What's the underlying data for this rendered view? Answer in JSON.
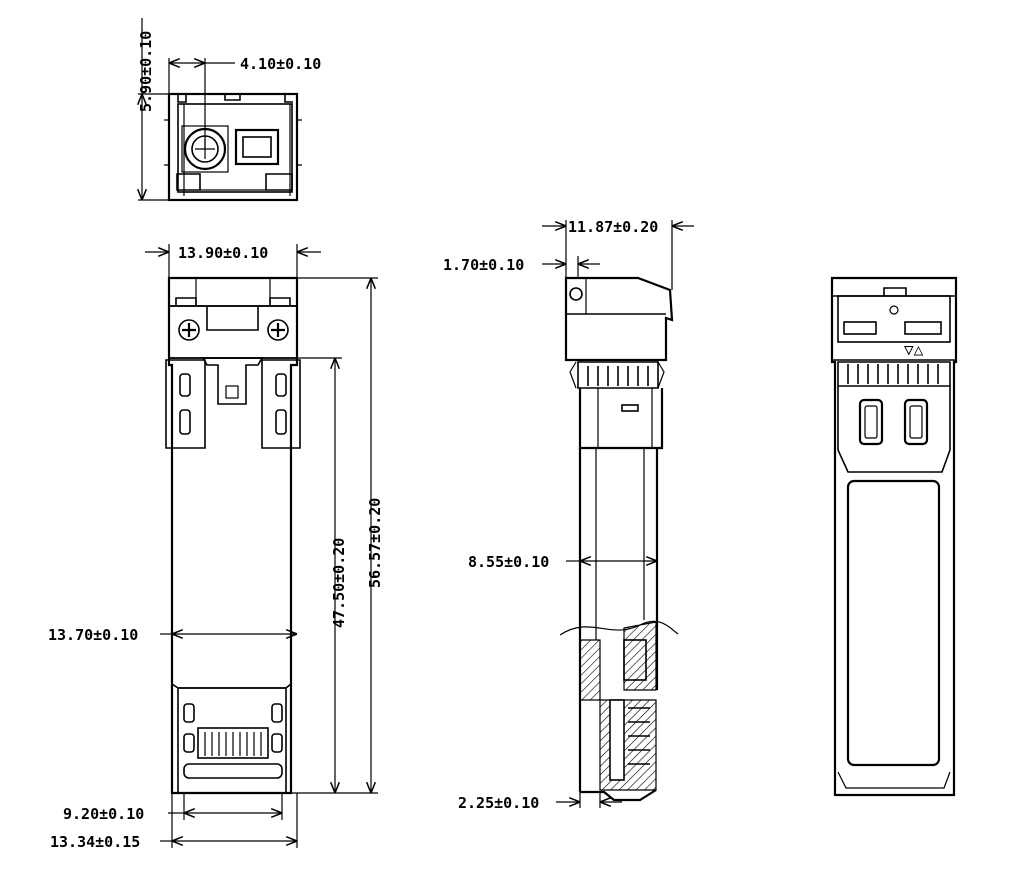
{
  "dimensions": {
    "front_height": "5.90±0.10",
    "front_offset": "4.10±0.10",
    "top_width": "13.90±0.10",
    "body_width": "13.70±0.10",
    "length_47": "47.50±0.20",
    "length_56": "56.57±0.20",
    "inner_width": "9.20±0.10",
    "base_width": "13.34±0.15",
    "side_depth": "11.87±0.20",
    "side_lip": "1.70±0.10",
    "side_body": "8.55±0.10",
    "side_bottom": "2.25±0.10"
  },
  "labels": {
    "arrows": "▽△"
  }
}
